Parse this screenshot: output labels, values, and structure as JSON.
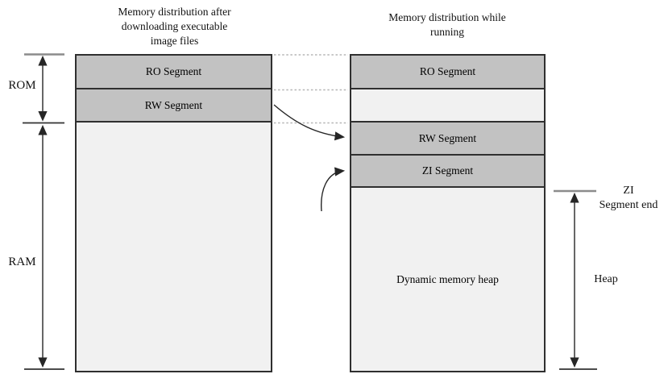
{
  "titles": {
    "left": "Memory distribution after\ndownloading executable\nimage files",
    "right": "Memory distribution while\nrunning"
  },
  "left_column": {
    "title_ref": "titles.left",
    "segments": [
      {
        "label": "RO Segment",
        "style": "dark"
      },
      {
        "label": "RW Segment",
        "style": "dark"
      },
      {
        "label": "",
        "style": "light"
      }
    ]
  },
  "right_column": {
    "title_ref": "titles.right",
    "segments": [
      {
        "label": "RO Segment",
        "style": "dark"
      },
      {
        "label": "",
        "style": "light"
      },
      {
        "label": "RW Segment",
        "style": "dark"
      },
      {
        "label": "ZI Segment",
        "style": "dark"
      },
      {
        "label": "Dynamic memory heap",
        "style": "light"
      }
    ]
  },
  "side_labels": {
    "rom": "ROM",
    "ram": "RAM",
    "zi_segment_end": "ZI\nSegment end",
    "heap": "Heap"
  },
  "colors": {
    "segment_dark": "#c2c2c2",
    "segment_light": "#f1f1f1",
    "border": "#2f2f2f",
    "tick_gray": "#8c8c8c",
    "arrow": "#262626",
    "dotted_connector": "#b5b5b5",
    "background": "#ffffff"
  }
}
